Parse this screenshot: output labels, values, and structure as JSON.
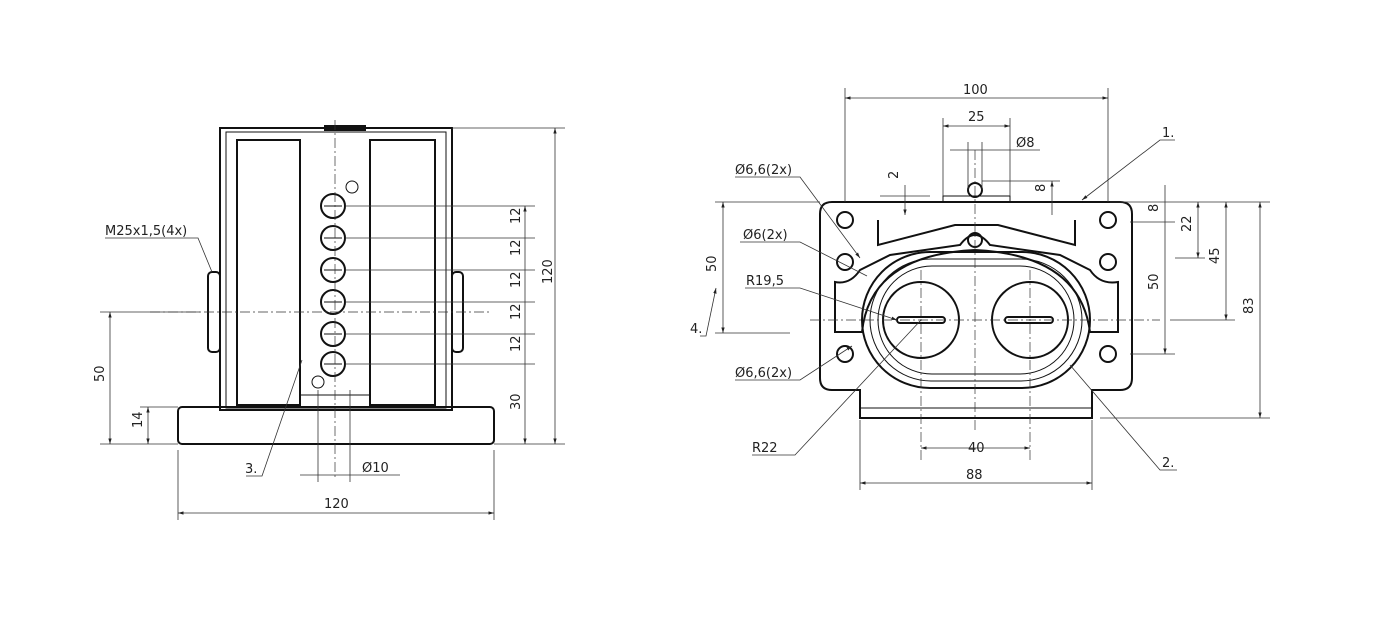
{
  "front_view": {
    "dims": {
      "width": "120",
      "height": "120",
      "axis_height": "50",
      "base_height": "14",
      "spacing": "12",
      "bottom_offset": "30",
      "hole_dia": "Ø10"
    },
    "labels": {
      "thread": "M25x1,5(4x)",
      "item3": "3."
    }
  },
  "side_view": {
    "dims": {
      "width": "100",
      "pin_spacing": "25",
      "pin_dia": "Ø8",
      "gap": "2",
      "pin_height": "8",
      "top_offset": "8",
      "d22": "22",
      "d45": "45",
      "d50_right": "50",
      "d83": "83",
      "d50_left": "50",
      "d40": "40",
      "d88": "88"
    },
    "labels": {
      "hole1": "Ø6,6(2x)",
      "hole2": "Ø6(2x)",
      "r195": "R19,5",
      "hole3": "Ø6,6(2x)",
      "r22": "R22",
      "item1": "1.",
      "item2": "2.",
      "item4": "4."
    }
  }
}
